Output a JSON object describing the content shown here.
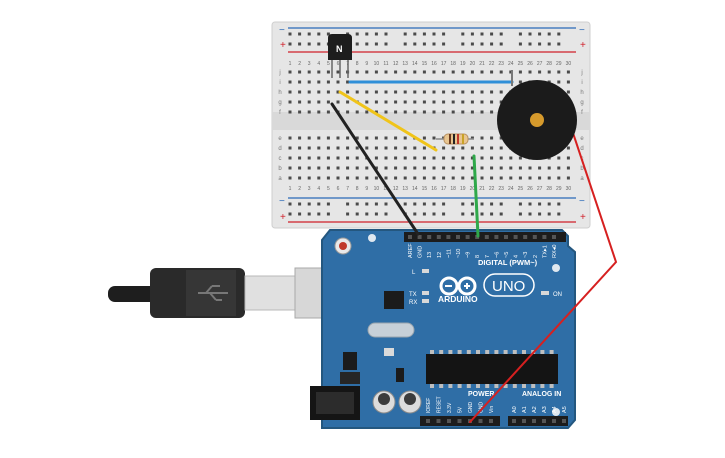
{
  "colors": {
    "breadboard": "#e6e6e6",
    "rail_red": "#d0202a",
    "rail_blue": "#2a6ab8",
    "arduino": "#2f6ea6",
    "arduino_dark": "#24577f",
    "wire_blue": "#2f8fd8",
    "wire_yellow": "#f0c419",
    "wire_black": "#222222",
    "wire_green": "#2fa84a",
    "wire_red": "#d62020",
    "buzzer": "#1b1b1b",
    "buzzer_center": "#d69a2c"
  },
  "breadboard": {
    "column_numbers": [
      "1",
      "2",
      "3",
      "4",
      "5",
      "6",
      "7",
      "8",
      "9",
      "10",
      "11",
      "12",
      "13",
      "14",
      "15",
      "16",
      "17",
      "18",
      "19",
      "20",
      "21",
      "22",
      "23",
      "24",
      "25",
      "26",
      "27",
      "28",
      "29",
      "30"
    ],
    "rows_top": [
      "j",
      "i",
      "h",
      "g",
      "f"
    ],
    "rows_bottom": [
      "e",
      "d",
      "c",
      "b",
      "a"
    ],
    "rail_plus": "+",
    "rail_minus": "−"
  },
  "components": {
    "transistor_label": "N",
    "resistor": "resistor",
    "buzzer": "piezo"
  },
  "arduino": {
    "brand": "ARDUINO",
    "model": "UNO",
    "digital_header": "DIGITAL (PWM~)",
    "power_header": "POWER",
    "analog_header": "ANALOG IN",
    "on_label": "ON",
    "led_l": "L",
    "led_tx": "TX",
    "led_rx": "RX",
    "digital_pins": [
      "AREF",
      "GND",
      "13",
      "12",
      "~11",
      "~10",
      "~9",
      "8",
      "7",
      "~6",
      "~5",
      "4",
      "~3",
      "2",
      "TX▸1",
      "RX◂0"
    ],
    "power_pins": [
      "IOREF",
      "RESET",
      "3.3V",
      "5V",
      "GND",
      "GND",
      "Vin"
    ],
    "analog_pins": [
      "A0",
      "A1",
      "A2",
      "A3",
      "A4",
      "A5"
    ]
  }
}
